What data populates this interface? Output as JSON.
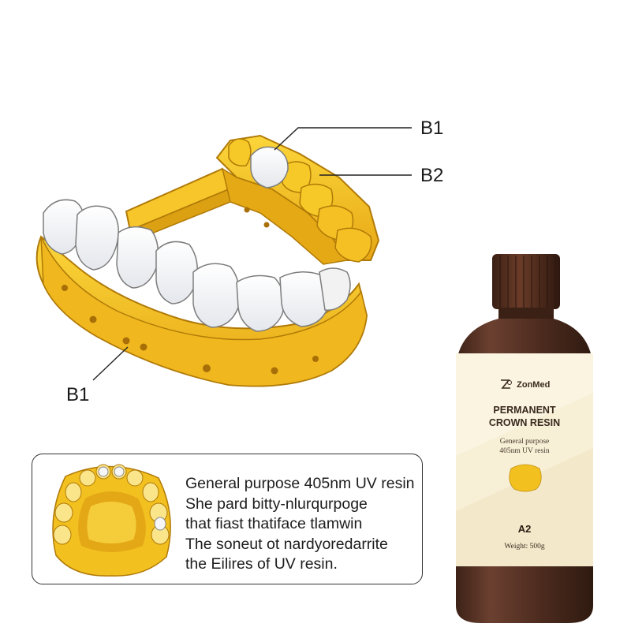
{
  "callouts": {
    "top_b1": "B1",
    "top_b2": "B2",
    "bottom_b1": "B1"
  },
  "info_box": {
    "lines": [
      "General purpose 405nm UV resin",
      "She pard bitty-nlurqurpoge",
      "that fiast thatiface tlamwin",
      "The soneut ot nardyoredarrite",
      "the Eilires of UV resin."
    ]
  },
  "bottle": {
    "brand": "ZonMed",
    "title_line1": "PERMANENT",
    "title_line2": "CROWN RESIN",
    "subtitle_line1": "General purpose",
    "subtitle_line2": "405nm UV resin",
    "shade": "A2",
    "weight": "Weight:  500g"
  },
  "colors": {
    "resin_yellow": "#f7c928",
    "resin_shadow": "#d99a12",
    "tooth_white": "#ffffff",
    "bottle_brown": "#4a2a1c",
    "label_cream": "#f7efd6"
  },
  "icons": {
    "logo": "zonmed-logo-icon"
  }
}
